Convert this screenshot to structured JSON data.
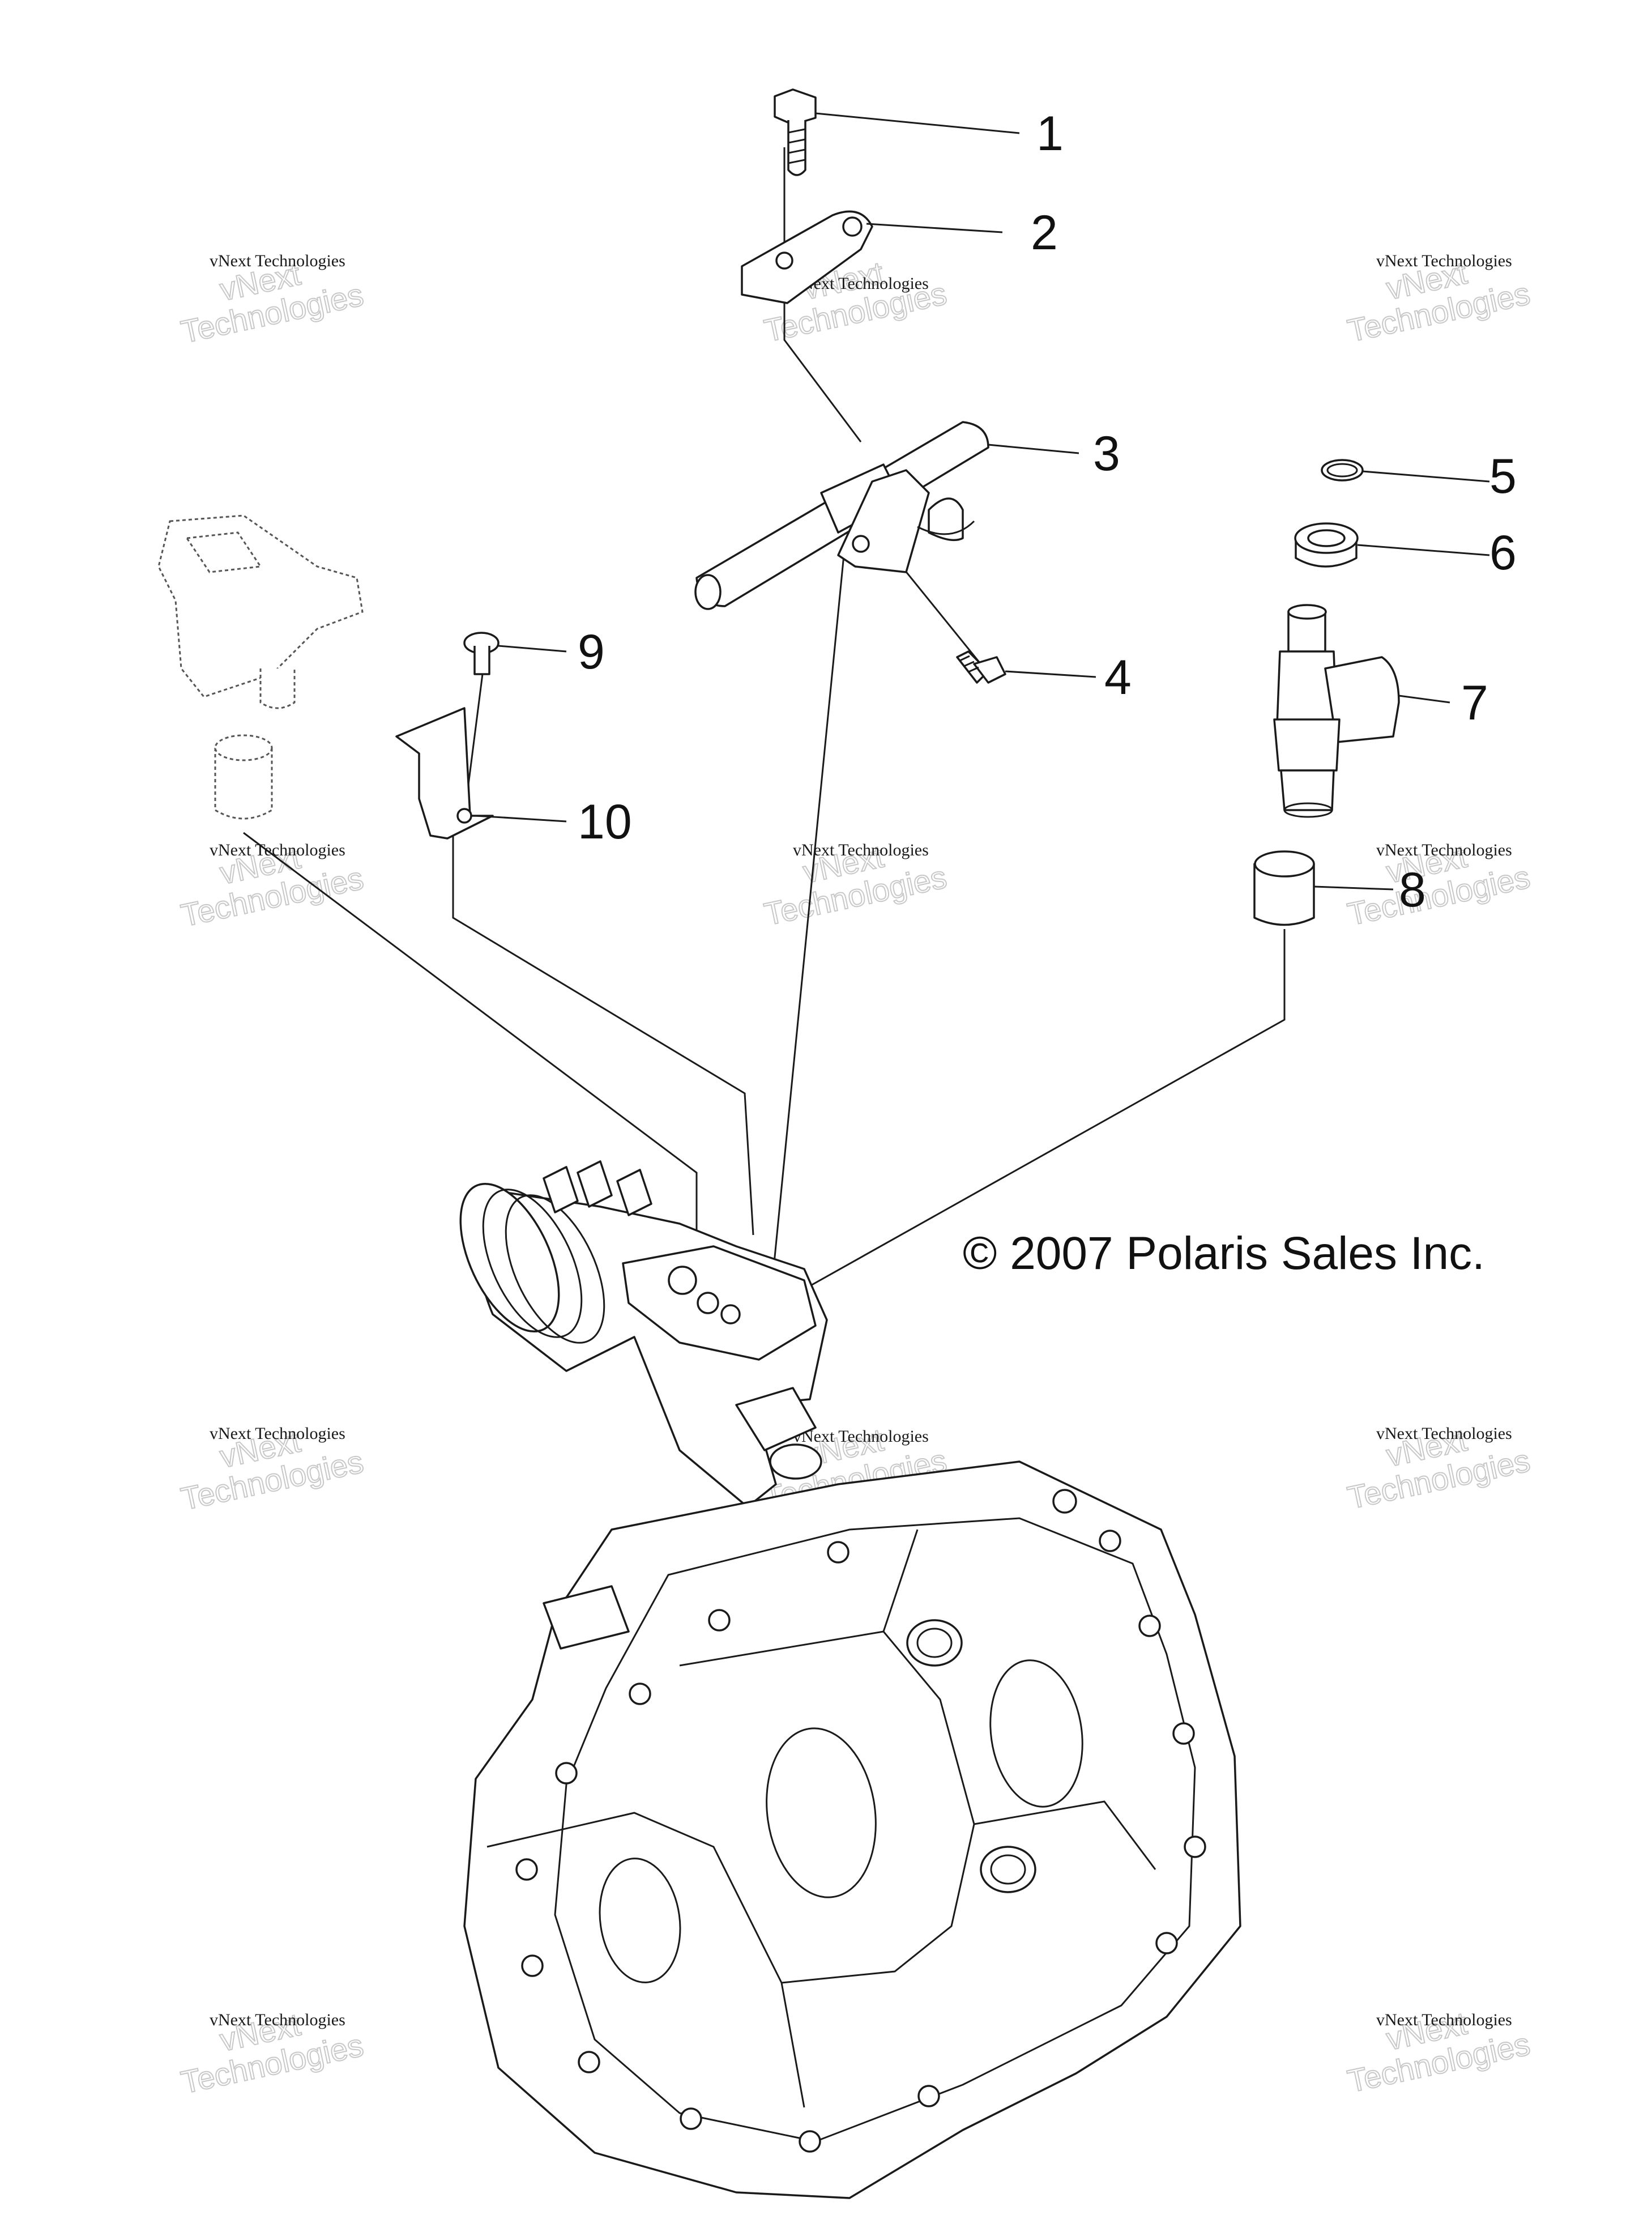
{
  "diagram": {
    "copyright": "© 2007 Polaris Sales Inc.",
    "callouts": [
      {
        "number": "1",
        "part": "bolt"
      },
      {
        "number": "2",
        "part": "bracket"
      },
      {
        "number": "3",
        "part": "fuel-rail"
      },
      {
        "number": "4",
        "part": "screw"
      },
      {
        "number": "5",
        "part": "o-ring"
      },
      {
        "number": "6",
        "part": "grommet"
      },
      {
        "number": "7",
        "part": "fuel-injector"
      },
      {
        "number": "8",
        "part": "spacer"
      },
      {
        "number": "9",
        "part": "screw"
      },
      {
        "number": "10",
        "part": "clip"
      }
    ]
  },
  "watermark": {
    "line1": "vNext Technologies",
    "big_line1": "vNext",
    "big_line2": "Technologies"
  }
}
